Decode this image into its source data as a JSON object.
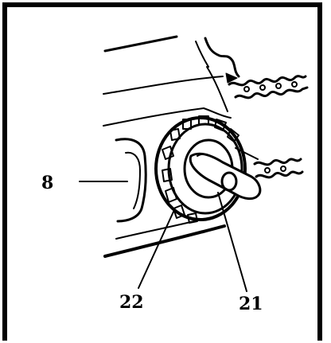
{
  "callouts": {
    "part_8": "8",
    "part_22": "22",
    "part_21": "21"
  },
  "colors": {
    "line": "#000000",
    "background": "#ffffff"
  }
}
